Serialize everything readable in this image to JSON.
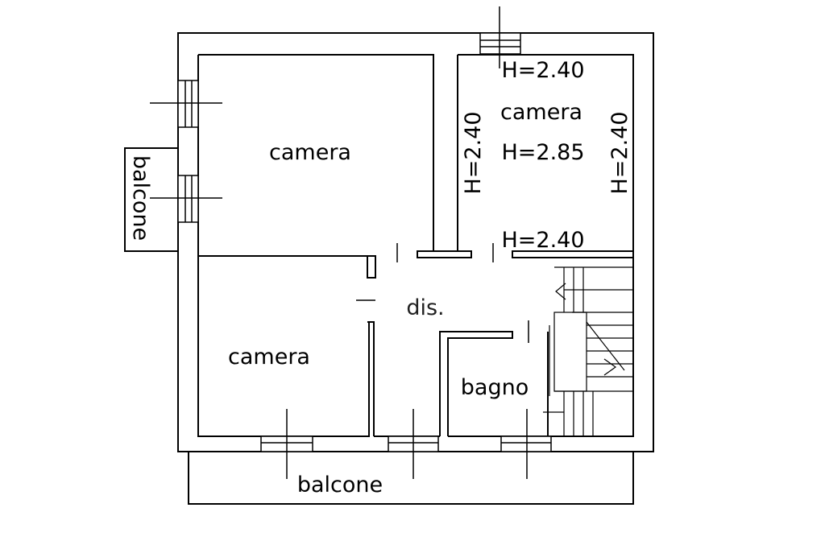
{
  "labels": {
    "room_top_left": "camera",
    "room_top_right": "camera",
    "room_top_right_height": "H=2.85",
    "height_top": "H=2.40",
    "height_bottom": "H=2.40",
    "height_left": "H=2.40",
    "height_right": "H=2.40",
    "room_bottom_left": "camera",
    "hallway": "dis.",
    "bathroom": "bagno",
    "balcony_left": "balcone",
    "balcony_bottom": "balcone"
  },
  "colors": {
    "wall": "#000000",
    "background": "#ffffff"
  }
}
